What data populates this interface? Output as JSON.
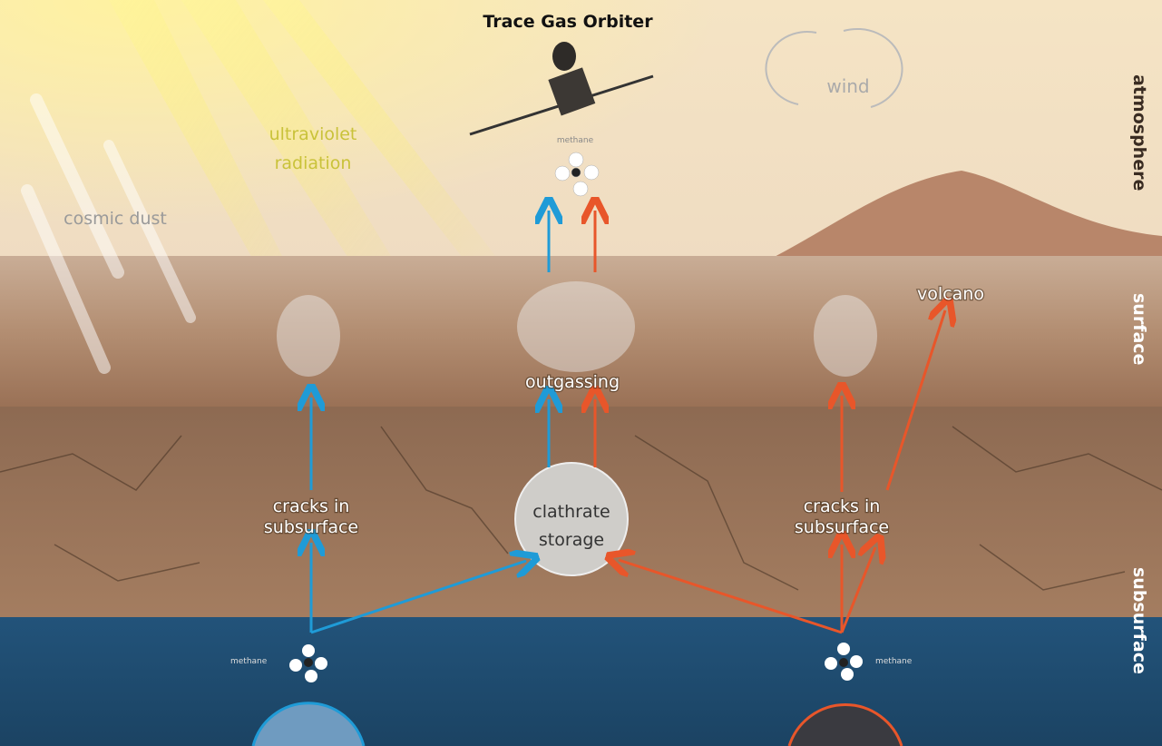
{
  "title": "Trace Gas Orbiter",
  "labels": {
    "wind": "wind",
    "ultraviolet_line1": "ultraviolet",
    "ultraviolet_line2": "radiation",
    "cosmic_dust": "cosmic dust",
    "methane_top": "methane",
    "methane_left": "methane",
    "methane_right": "methane",
    "outgassing": "outgassing",
    "volcano": "volcano",
    "cracks_left_line1": "cracks in",
    "cracks_left_line2": "subsurface",
    "cracks_right_line1": "cracks in",
    "cracks_right_line2": "subsurface",
    "clathrate_line1": "clathrate",
    "clathrate_line2": "storage"
  },
  "layers": {
    "atmosphere": "atmosphere",
    "surface": "surface",
    "subsurface": "subsurface"
  },
  "colors": {
    "biological_arrow": "#1f9bd7",
    "geological_arrow": "#e8562a",
    "uv_text": "#c9c23a",
    "deep_layer": "#1f4a6b"
  }
}
